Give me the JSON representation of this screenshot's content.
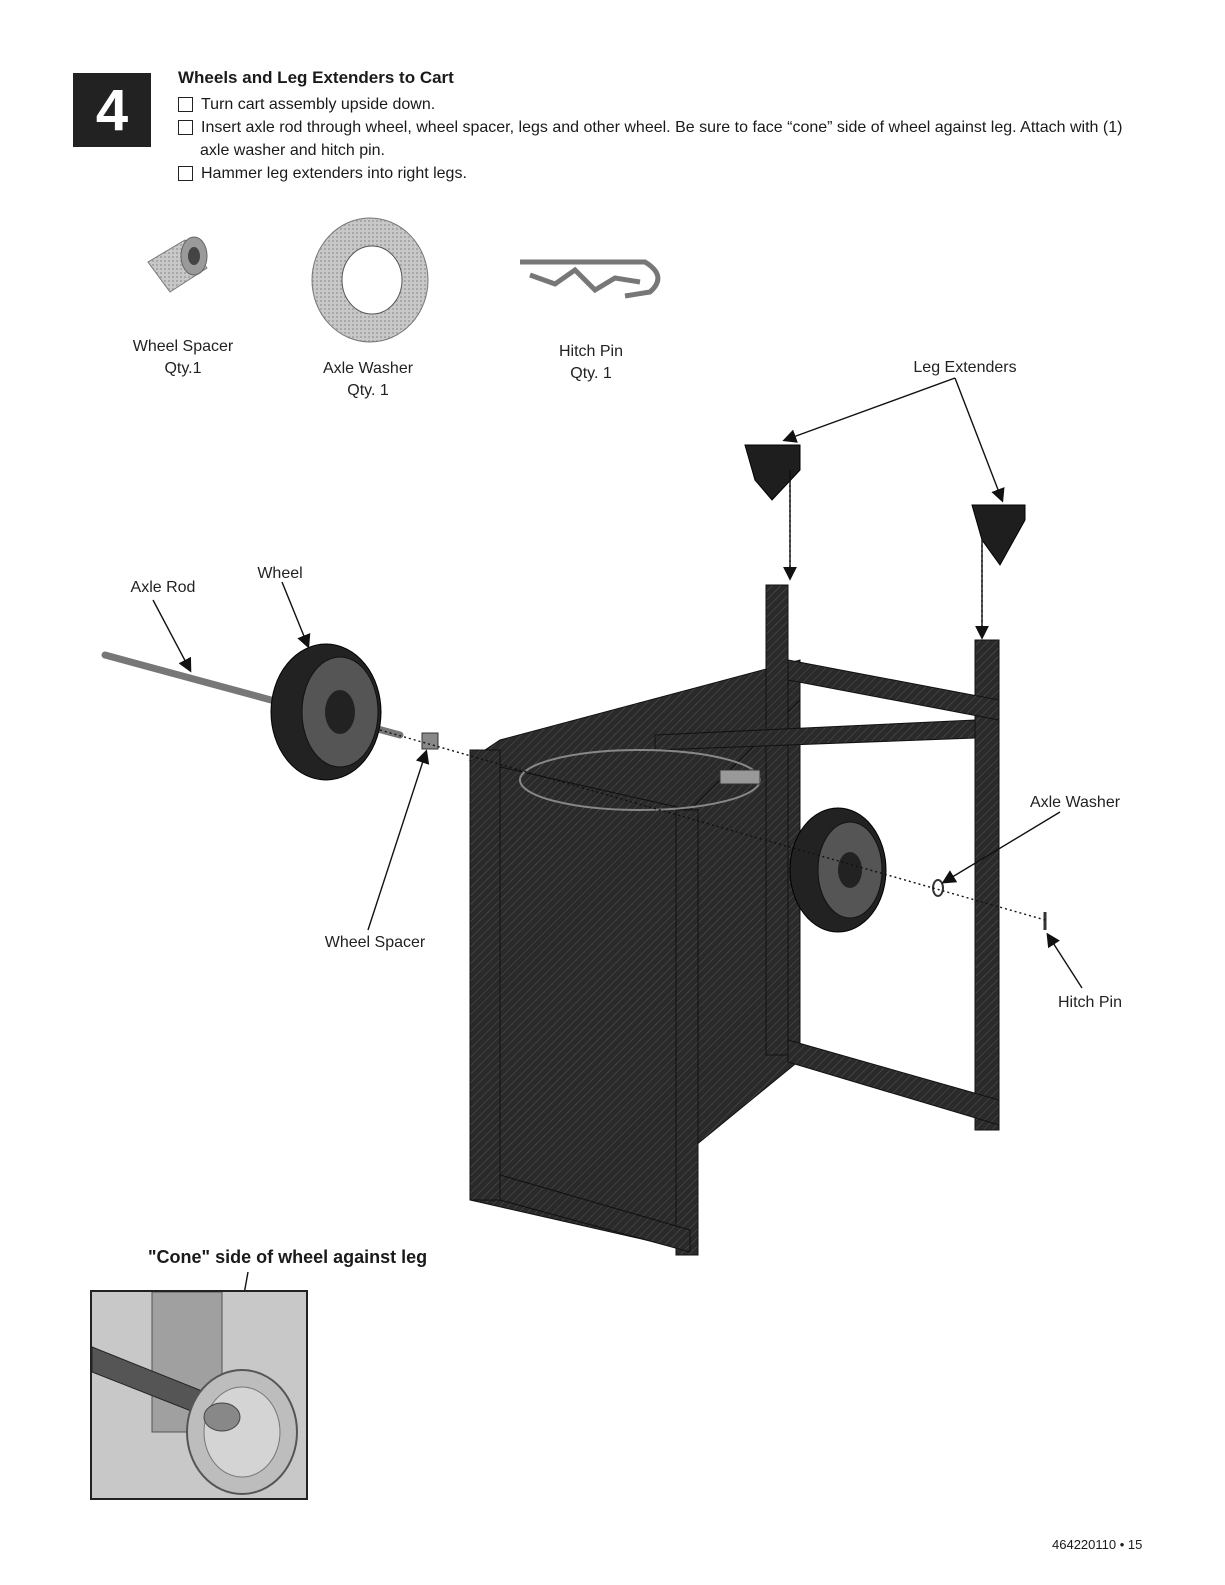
{
  "step": {
    "number": "4",
    "title": "Wheels and Leg Extenders to Cart",
    "instructions": [
      "Turn cart assembly upside down.",
      "Insert axle rod through wheel, wheel spacer, legs and other wheel. Be sure to face “cone” side of wheel against leg.  Attach with (1)",
      "Hammer leg extenders into right legs."
    ],
    "instruction_continuation": "axle washer and hitch pin."
  },
  "parts": {
    "wheel_spacer": {
      "name": "Wheel Spacer",
      "qty": "Qty.1"
    },
    "axle_washer": {
      "name": "Axle Washer",
      "qty": "Qty. 1"
    },
    "hitch_pin": {
      "name": "Hitch Pin",
      "qty": "Qty. 1"
    }
  },
  "callouts": {
    "leg_extenders": "Leg Extenders",
    "axle_rod": "Axle Rod",
    "wheel": "Wheel",
    "wheel_spacer": "Wheel Spacer",
    "axle_washer": "Axle Washer",
    "hitch_pin": "Hitch Pin"
  },
  "inset": {
    "caption": "\"Cone\" side of wheel against leg"
  },
  "footer": {
    "page": "464220110 • 15"
  }
}
